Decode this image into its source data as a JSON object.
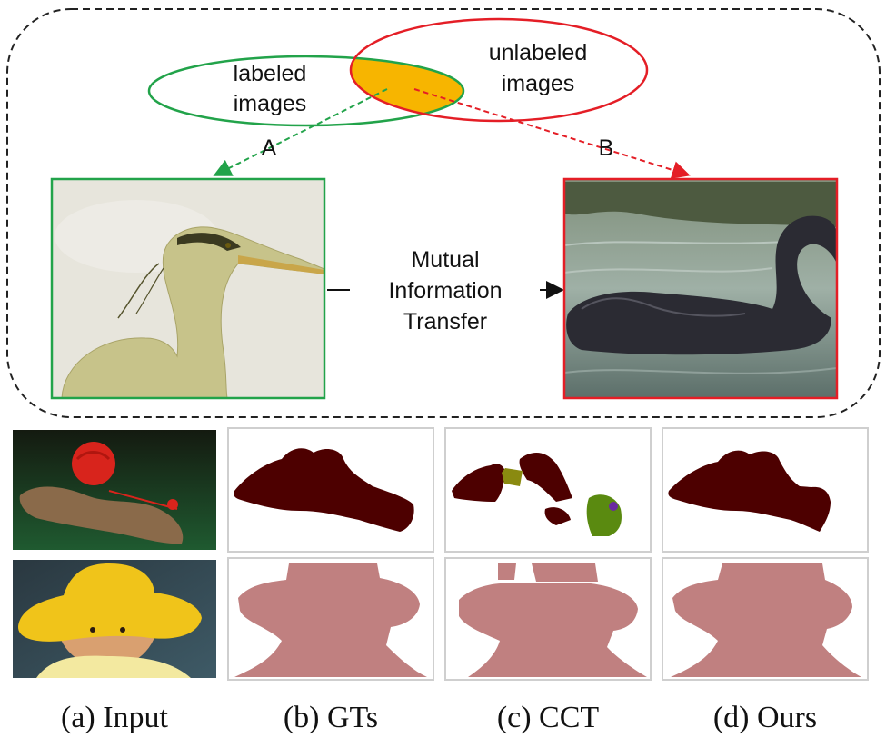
{
  "diagram": {
    "labeled_set_label": [
      "labeled",
      "images"
    ],
    "unlabeled_set_label": [
      "unlabeled",
      "images"
    ],
    "arrow_a_label": "A",
    "arrow_b_label": "B",
    "transfer_label": [
      "Mutual",
      "Information",
      "Transfer"
    ],
    "colors": {
      "labeled": "#22a34a",
      "unlabeled": "#e41e26",
      "overlap": "#f7b500",
      "frame_border": "#222222"
    },
    "images": {
      "left": "heron-icon",
      "right": "black-swan-icon"
    }
  },
  "grid": {
    "columns": [
      {
        "caption": "(a) Input"
      },
      {
        "caption": "(b) GTs"
      },
      {
        "caption": "(c) CCT"
      },
      {
        "caption": "(d) Ours"
      }
    ],
    "rows": [
      {
        "input": "cat-with-yarn-photo",
        "mask_color": "#4d0000"
      },
      {
        "input": "child-in-yellow-hat-photo",
        "mask_color": "#c08080"
      }
    ],
    "cct_extra_colors": [
      "#8a8a10",
      "#5a8a10",
      "#6a2aa0"
    ]
  }
}
